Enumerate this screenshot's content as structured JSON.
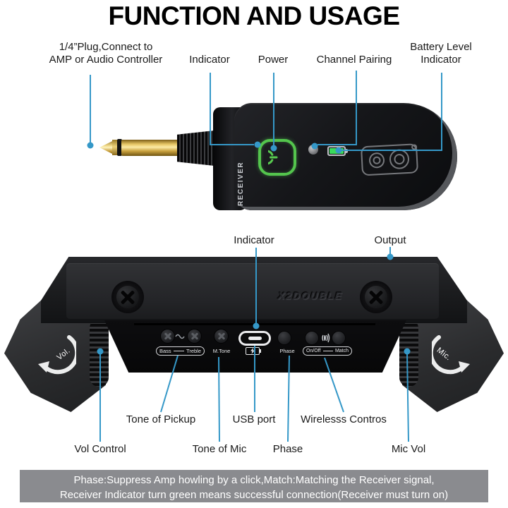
{
  "title": "FUNCTION AND USAGE",
  "colors": {
    "accent_blue": "#3598C8",
    "power_green": "#54C54D",
    "battery_green": "#3BDA5C",
    "footer_bg": "#8A8B8F",
    "device_black": "#141517"
  },
  "top_callouts": {
    "plug": "1/4”Plug,Connect to\nAMP or Audio Controller",
    "indicator": "Indicator",
    "power": "Power",
    "channel_pairing": "Channel Pairing",
    "battery": "Battery Level\nIndicator"
  },
  "receiver": {
    "side_label": "RECEIVER",
    "icons": [
      "power-icon",
      "led-indicator",
      "battery-icon",
      "clip-lens-icon",
      "quarter-inch-plug"
    ]
  },
  "pedal": {
    "callout_indicator": "Indicator",
    "callout_output": "Output",
    "brand": "X2DOUBLE",
    "wing_left": "Vol.",
    "wing_right": "Mic.",
    "panel_labels": {
      "bass": "Bass",
      "treble": "Treble",
      "mtone": "M.Tone",
      "phase": "Phase",
      "onoff": "On/Off",
      "match": "Match"
    },
    "icons": [
      "tone-wave-icon",
      "usb-c-port",
      "charging-battery-icon",
      "sound-wave-icon",
      "phillips-screw",
      "volume-wheel",
      "mic-wheel"
    ]
  },
  "bottom_callouts": {
    "tone_pickup": "Tone of Pickup",
    "usb": "USB port",
    "wireless": "Wirelesss Contros",
    "vol": "Vol Control",
    "tone_mic": "Tone of Mic",
    "phase": "Phase",
    "mic_vol": "Mic Vol"
  },
  "footer": {
    "line1": "Phase:Suppress Amp howling by a click,Match:Matching the Receiver signal,",
    "line2": "Receiver Indicator turn green means successful connection(Receiver must turn on)"
  }
}
